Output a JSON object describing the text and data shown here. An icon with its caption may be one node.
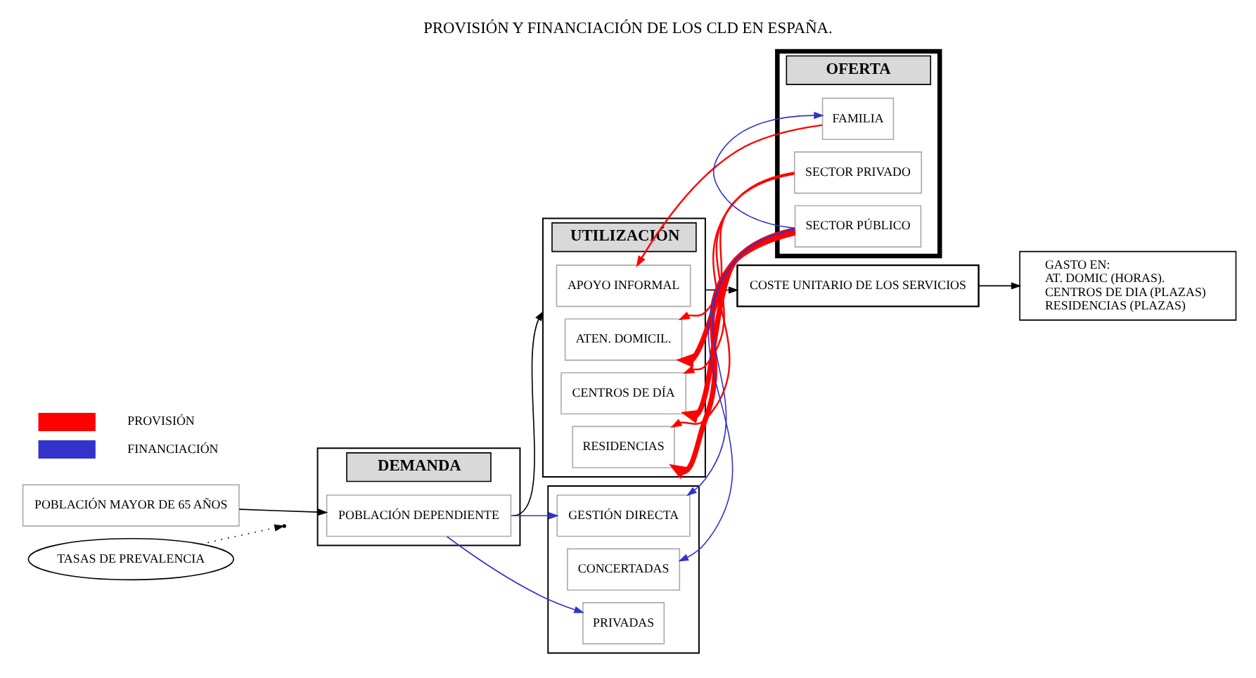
{
  "diagram": {
    "title": "PROVISIÓN Y FINANCIACIÓN DE LOS CLD EN ESPAÑA.",
    "nodes": [
      {
        "text": [
          "POBLACIÓN MAYOR DE 65 AÑOS"
        ]
      },
      {
        "text": [
          "DEMANDA"
        ]
      },
      {
        "text": [
          "POBLACIÓN DEPENDIENTE"
        ],
        "in": 1
      },
      {
        "text": [
          "TASAS DE PREVALENCIA"
        ]
      },
      {
        "text": [
          "UTILIZACIÓN"
        ]
      },
      {
        "text": [
          "APOYO INFORMAL"
        ],
        "in": 4
      },
      {
        "text": [
          "ATEN. DOMICIL."
        ],
        "in": 4
      },
      {
        "text": [
          "CENTROS DE DÍA"
        ],
        "in": 4
      },
      {
        "text": [
          "RESIDENCIAS"
        ],
        "in": 4
      },
      {
        "text": [
          "OFERTA"
        ]
      },
      {
        "text": [
          "FAMILIA"
        ],
        "in": 9
      },
      {
        "text": [
          "SECTOR PRIVADO"
        ],
        "in": 9
      },
      {
        "text": [
          "SECTOR PÚBLICO"
        ],
        "in": 9
      },
      {
        "text": [
          "COSTE UNITARIO DE LOS SERVICIOS"
        ]
      },
      {
        "text": [
          "GASTO EN:",
          "AT. DOMIC (HORAS).",
          "CENTROS DE DIA (PLAZAS)",
          "RESIDENCIAS (PLAZAS)"
        ]
      },
      {
        "text": [],
        "shape": "box"
      },
      {
        "text": [
          "GESTIÓN DIRECTA"
        ],
        "in": 15
      },
      {
        "text": [
          "CONCERTADAS"
        ],
        "in": 15
      },
      {
        "text": [
          "PRIVADAS"
        ],
        "in": 15
      }
    ],
    "edges": [
      {
        "from": 0,
        "to": 2,
        "arrow": "to",
        "color": "#000000"
      },
      {
        "from": 3,
        "to": null,
        "arrow": "to",
        "style": "dashed",
        "color": "#000000"
      },
      {
        "from": 2,
        "to": 4,
        "arrow": "to",
        "color": "#000000"
      },
      {
        "from": 10,
        "to": 5,
        "arrow": "to",
        "color": "#ff0000"
      },
      {
        "from": 11,
        "to": 6,
        "arrow": "to",
        "color": "#ff0000"
      },
      {
        "from": 11,
        "to": 7,
        "arrow": "to",
        "color": "#ff0000"
      },
      {
        "from": 11,
        "to": 8,
        "arrow": "to",
        "color": "#ff0000"
      },
      {
        "from": 12,
        "to": 6,
        "arrow": "to",
        "style": "thick",
        "color": "#ff0000"
      },
      {
        "from": 12,
        "to": 7,
        "arrow": "to",
        "style": "thick",
        "color": "#ff0000"
      },
      {
        "from": 12,
        "to": 8,
        "arrow": "to",
        "style": "thick",
        "color": "#ff0000"
      },
      {
        "from": 12,
        "to": 10,
        "arrow": "to",
        "color": "#3333cc"
      },
      {
        "from": 4,
        "to": 13,
        "arrow": "to",
        "color": "#000000"
      },
      {
        "from": 13,
        "to": 14,
        "arrow": "to",
        "color": "#000000"
      },
      {
        "from": 2,
        "to": 16,
        "arrow": "to",
        "color": "#3333cc"
      },
      {
        "from": 2,
        "to": 18,
        "arrow": "to",
        "color": "#3333cc"
      },
      {
        "from": 12,
        "to": 16,
        "arrow": "to",
        "color": "#3333cc"
      },
      {
        "from": 12,
        "to": 17,
        "arrow": "to",
        "color": "#3333cc"
      }
    ],
    "legend": [
      {
        "text": "PROVISIÓN"
      },
      {
        "text": "FINANCIACIÓN"
      }
    ]
  }
}
